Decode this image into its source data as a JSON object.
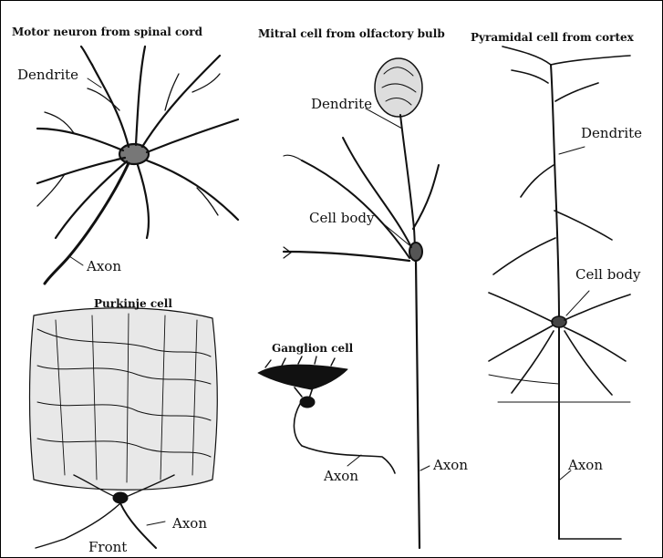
{
  "colors": {
    "ink": "#111111",
    "background": "#ffffff"
  },
  "titles": {
    "motor": "Motor neuron from spinal cord",
    "mitral": "Mitral cell from olfactory bulb",
    "pyramidal": "Pyramidal cell from cortex",
    "purkinje": "Purkinje cell",
    "ganglion": "Ganglion cell"
  },
  "labels": {
    "motor_dendrite": "Dendrite",
    "motor_axon": "Axon",
    "mitral_dendrite": "Dendrite",
    "mitral_cell_body": "Cell body",
    "mitral_axon": "Axon",
    "pyramidal_dendrite": "Dendrite",
    "pyramidal_cell_body": "Cell body",
    "pyramidal_axon": "Axon",
    "ganglion_axon": "Axon",
    "purkinje_axon": "Axon",
    "purkinje_front": "Front"
  }
}
